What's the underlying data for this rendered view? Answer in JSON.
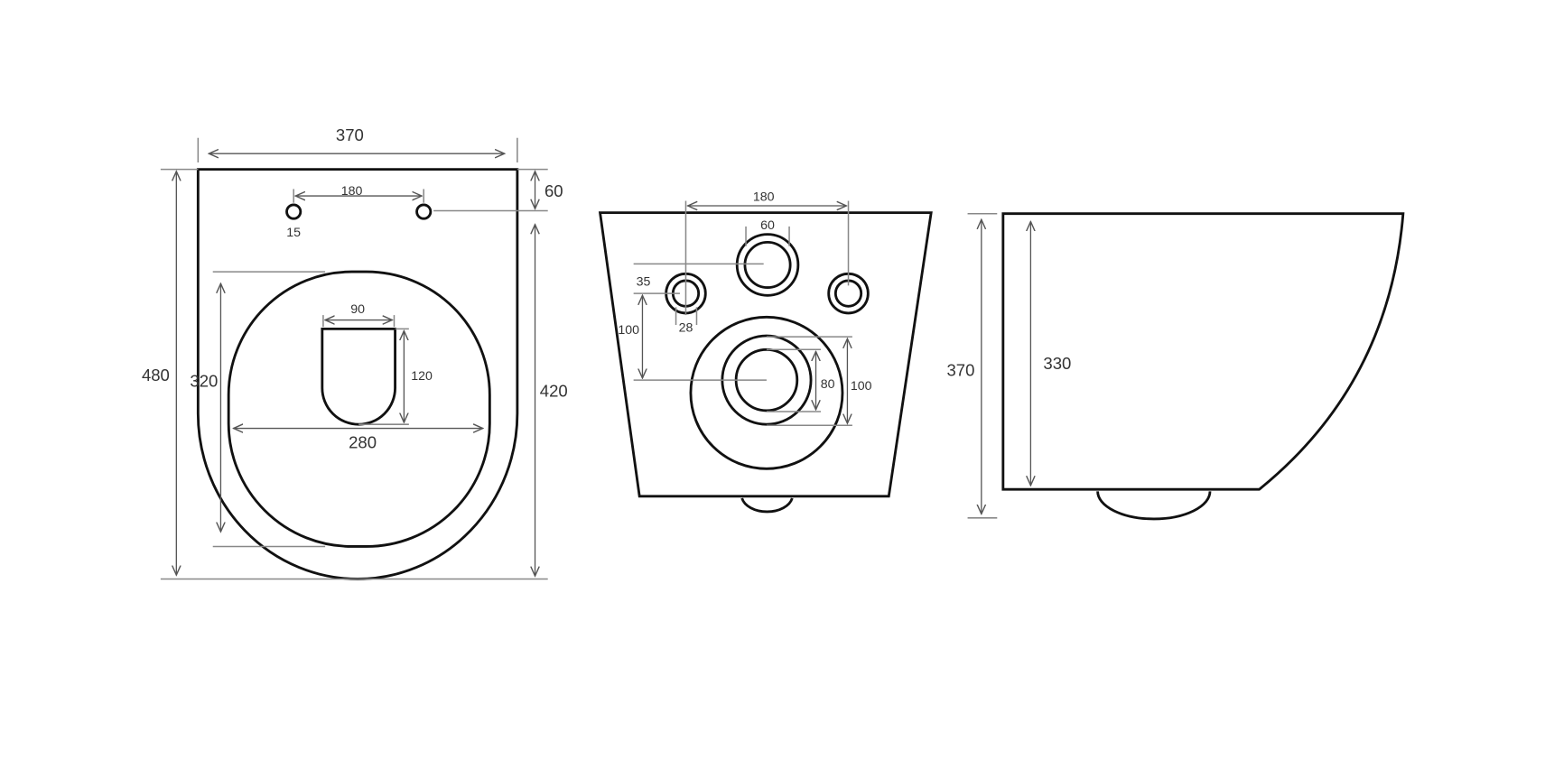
{
  "front_view": {
    "width": "370",
    "height": "480",
    "top_to_holes": "60",
    "holes_to_bottom": "420",
    "hole_spacing": "180",
    "hole_diameter": "15",
    "seat_length": "320",
    "seat_width": "280",
    "bowl_width": "90",
    "bowl_length": "120"
  },
  "back_view": {
    "bolt_spacing": "180",
    "inlet_diameter": "60",
    "inlet_offset": "35",
    "bolt_diameter": "28",
    "bolt_to_outlet": "100",
    "outlet_inner": "80",
    "outlet_outer": "100"
  },
  "side_view": {
    "total_height": "370",
    "body_height": "330"
  }
}
